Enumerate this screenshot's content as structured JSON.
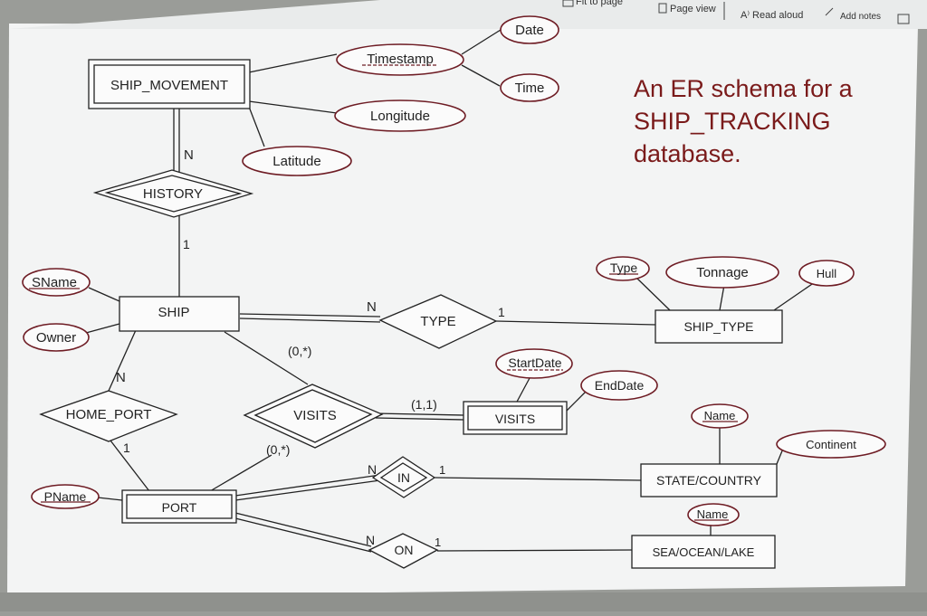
{
  "toolbar": {
    "fit_to_page": "Fit to page",
    "page_view": "Page view",
    "read_aloud": "Read aloud",
    "add_notes": "Add notes"
  },
  "diagram": {
    "title_lines": [
      "An ER schema for a",
      "SHIP_TRACKING",
      "database."
    ],
    "entities": {
      "ship_movement": "SHIP_MOVEMENT",
      "ship": "SHIP",
      "ship_type": "SHIP_TYPE",
      "visits": "VISITS",
      "port": "PORT",
      "state_country": "STATE/COUNTRY",
      "sea_ocean_lake": "SEA/OCEAN/LAKE"
    },
    "relationships": {
      "history": "HISTORY",
      "type": "TYPE",
      "home_port": "HOME_PORT",
      "visits": "VISITS",
      "in": "IN",
      "on": "ON"
    },
    "attributes": {
      "timestamp": "Timestamp",
      "date": "Date",
      "time": "Time",
      "longitude": "Longitude",
      "latitude": "Latitude",
      "sname": "SName",
      "owner": "Owner",
      "type": "Type",
      "tonnage": "Tonnage",
      "hull": "Hull",
      "start_date": "StartDate",
      "end_date": "EndDate",
      "state_name": "Name",
      "continent": "Continent",
      "sea_name": "Name",
      "pname": "PName"
    },
    "cardinalities": {
      "history_n": "N",
      "history_1": "1",
      "type_n": "N",
      "type_1": "1",
      "visits_ship": "(0,*)",
      "visits_entity": "(1,1)",
      "visits_port": "(0,*)",
      "home_port_n": "N",
      "home_port_1": "1",
      "in_n": "N",
      "in_1": "1",
      "on_n": "N",
      "on_1": "1"
    }
  },
  "colors": {
    "ink": "#222222",
    "maroon": "#6e1c24",
    "title": "#7a1a1a",
    "paper": "#eef0f0"
  }
}
